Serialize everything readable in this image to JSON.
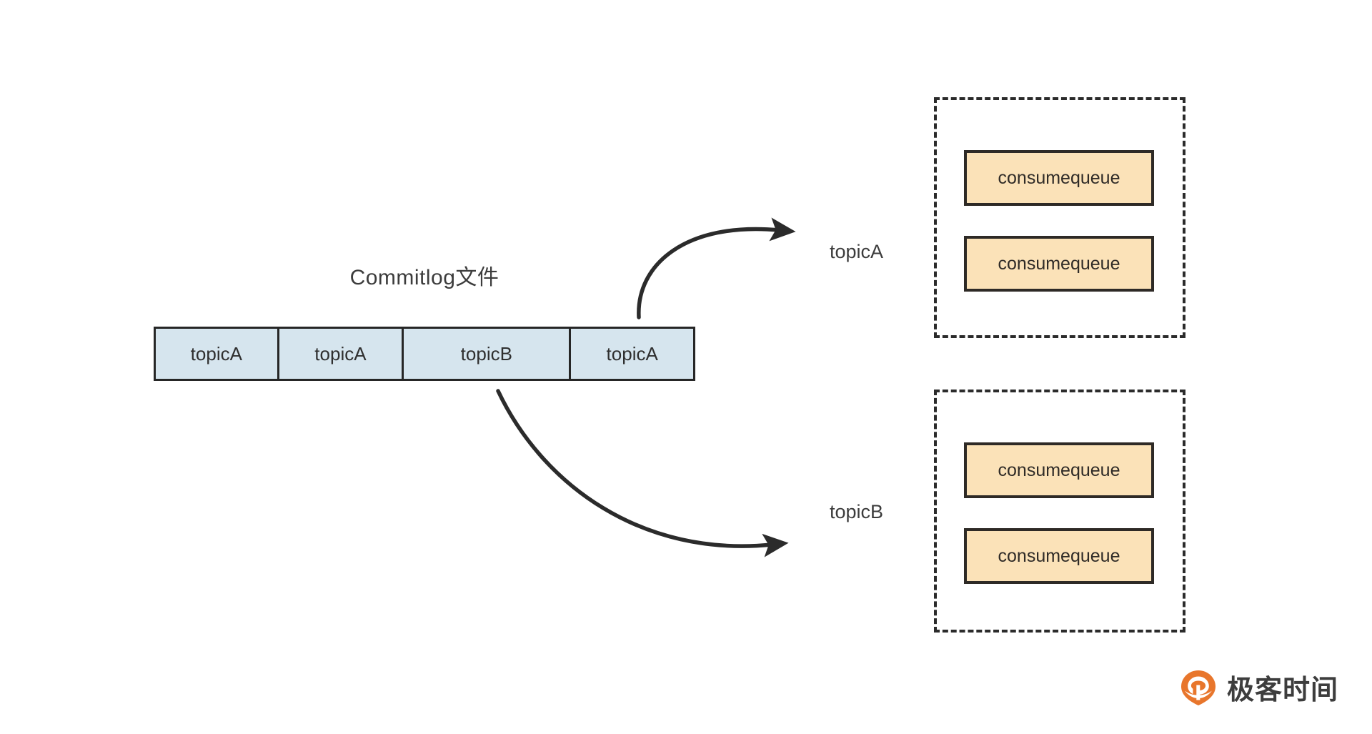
{
  "diagram": {
    "title": "Commitlog文件",
    "commitlog": {
      "label": "Commitlog文件",
      "cells": [
        {
          "label": "topicA"
        },
        {
          "label": "topicA"
        },
        {
          "label": "topicB"
        },
        {
          "label": "topicA"
        }
      ],
      "fill_color": "#d6e5ee",
      "border_color": "#262626"
    },
    "topics": [
      {
        "label": "topicA",
        "queues": [
          {
            "label": "consumequeue"
          },
          {
            "label": "consumequeue"
          }
        ]
      },
      {
        "label": "topicB",
        "queues": [
          {
            "label": "consumequeue"
          },
          {
            "label": "consumequeue"
          }
        ]
      }
    ],
    "queue_colors": {
      "fill": "#fbe2b8",
      "border": "#2e2a26",
      "group_border": "#2b2b2b"
    },
    "arrows": [
      {
        "name": "commitlog-to-topicA",
        "from": "commitlog",
        "to": "topicA"
      },
      {
        "name": "commitlog-to-topicB",
        "from": "commitlog",
        "to": "topicB"
      }
    ],
    "arrow_color": "#2b2b2b"
  },
  "brand": {
    "name": "极客时间",
    "mark_color": "#e8762c",
    "text_color": "#3d3d3d"
  }
}
